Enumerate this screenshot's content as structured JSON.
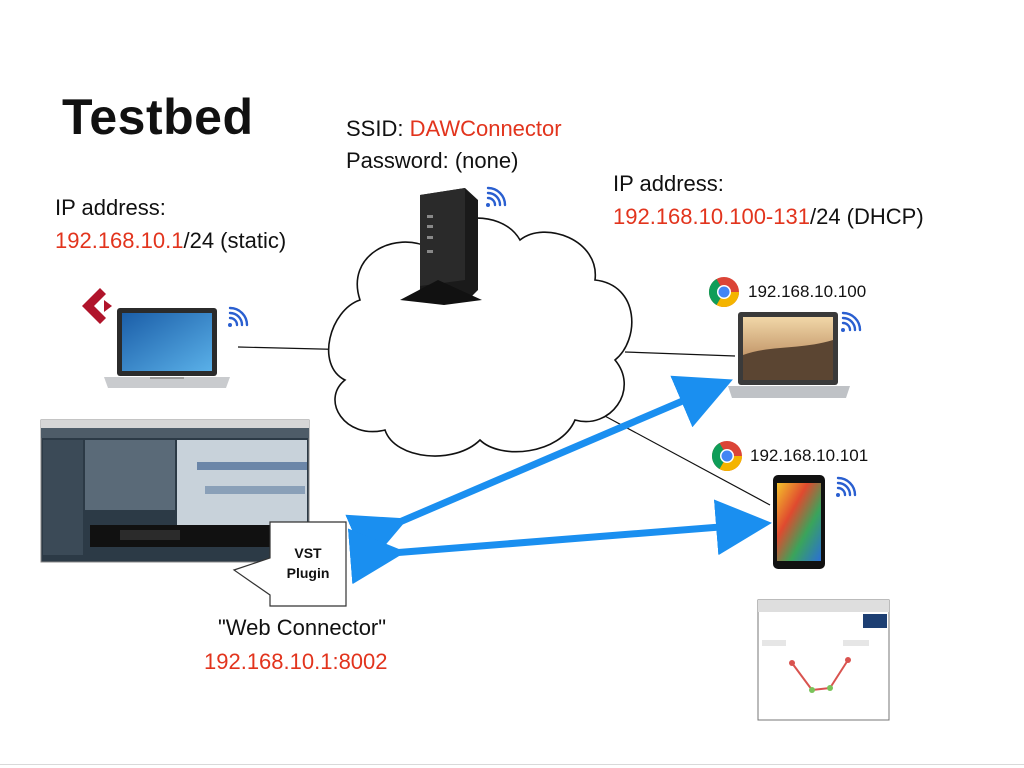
{
  "title": "Testbed",
  "router": {
    "ssid_label": "SSID: ",
    "ssid_value": "DAWConnector",
    "password_label": "Password: (none)"
  },
  "left_host": {
    "ip_label": "IP address:",
    "ip_value": "192.168.10.1",
    "ip_suffix": "/24 (static)"
  },
  "right_hosts": {
    "ip_label": "IP address:",
    "ip_value": "192.168.10.100-131",
    "ip_suffix": "/24 (DHCP)"
  },
  "laptop_ip": "192.168.10.100",
  "tablet_ip": "192.168.10.101",
  "plugin": {
    "callout_line1": "VST",
    "callout_line2": "Plugin",
    "name": "\"Web Connector\"",
    "address": "192.168.10.1:8002"
  },
  "colors": {
    "accent_red": "#e2341d",
    "arrow_blue": "#1a8ff0",
    "wifi_blue": "#2a5fd0"
  },
  "icons": [
    "cubase-logo-icon",
    "wifi-icon",
    "chrome-icon",
    "router-icon",
    "macbook-icon",
    "chromebook-icon",
    "nexus-tablet-icon"
  ]
}
